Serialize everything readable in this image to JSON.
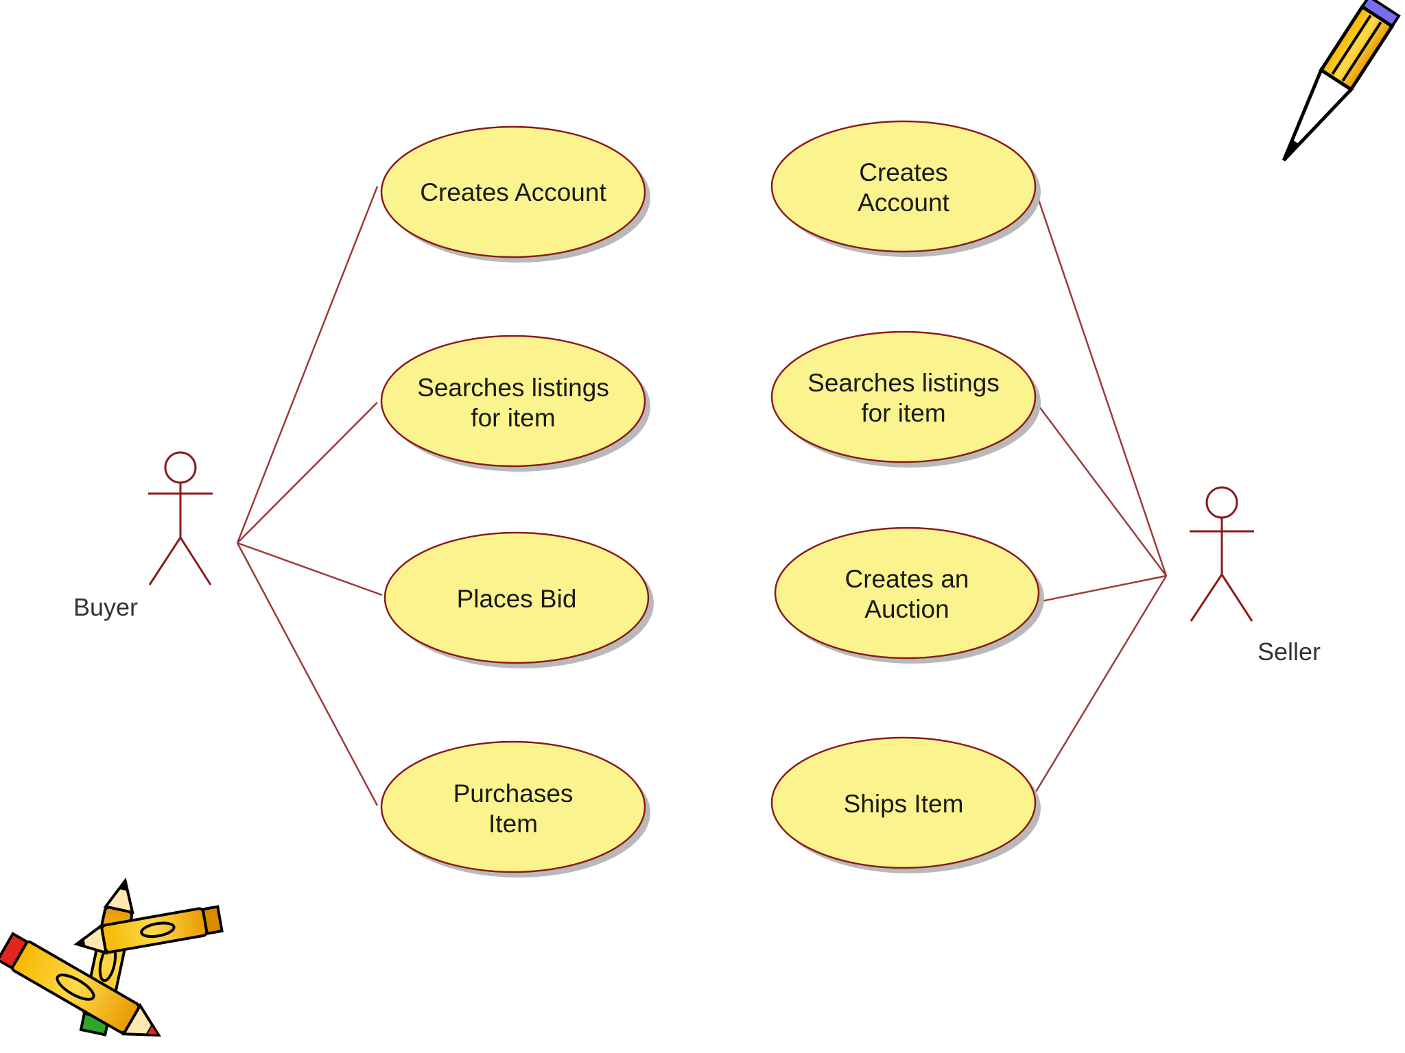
{
  "colors": {
    "background": "#ffffff",
    "usecase_fill": "#fbf38e",
    "usecase_stroke": "#8b1a1a",
    "usecase_shadow": "#b9b9b9",
    "line": "#9c3a3a",
    "actor_stroke": "#8b1a1a"
  },
  "actors": {
    "buyer": {
      "label": "Buyer"
    },
    "seller": {
      "label": "Seller"
    }
  },
  "use_cases": {
    "buyer": [
      {
        "lines": [
          "Creates Account"
        ]
      },
      {
        "lines": [
          "Searches listings",
          "for item"
        ]
      },
      {
        "lines": [
          "Places Bid"
        ]
      },
      {
        "lines": [
          "Purchases",
          "Item"
        ]
      }
    ],
    "seller": [
      {
        "lines": [
          "Creates",
          "Account"
        ]
      },
      {
        "lines": [
          "Searches listings",
          "for item"
        ]
      },
      {
        "lines": [
          "Creates an",
          "Auction"
        ]
      },
      {
        "lines": [
          "Ships Item"
        ]
      }
    ]
  },
  "decorations": [
    {
      "icon": "pencil-icon"
    },
    {
      "icon": "crossed-pencils-icon"
    }
  ]
}
